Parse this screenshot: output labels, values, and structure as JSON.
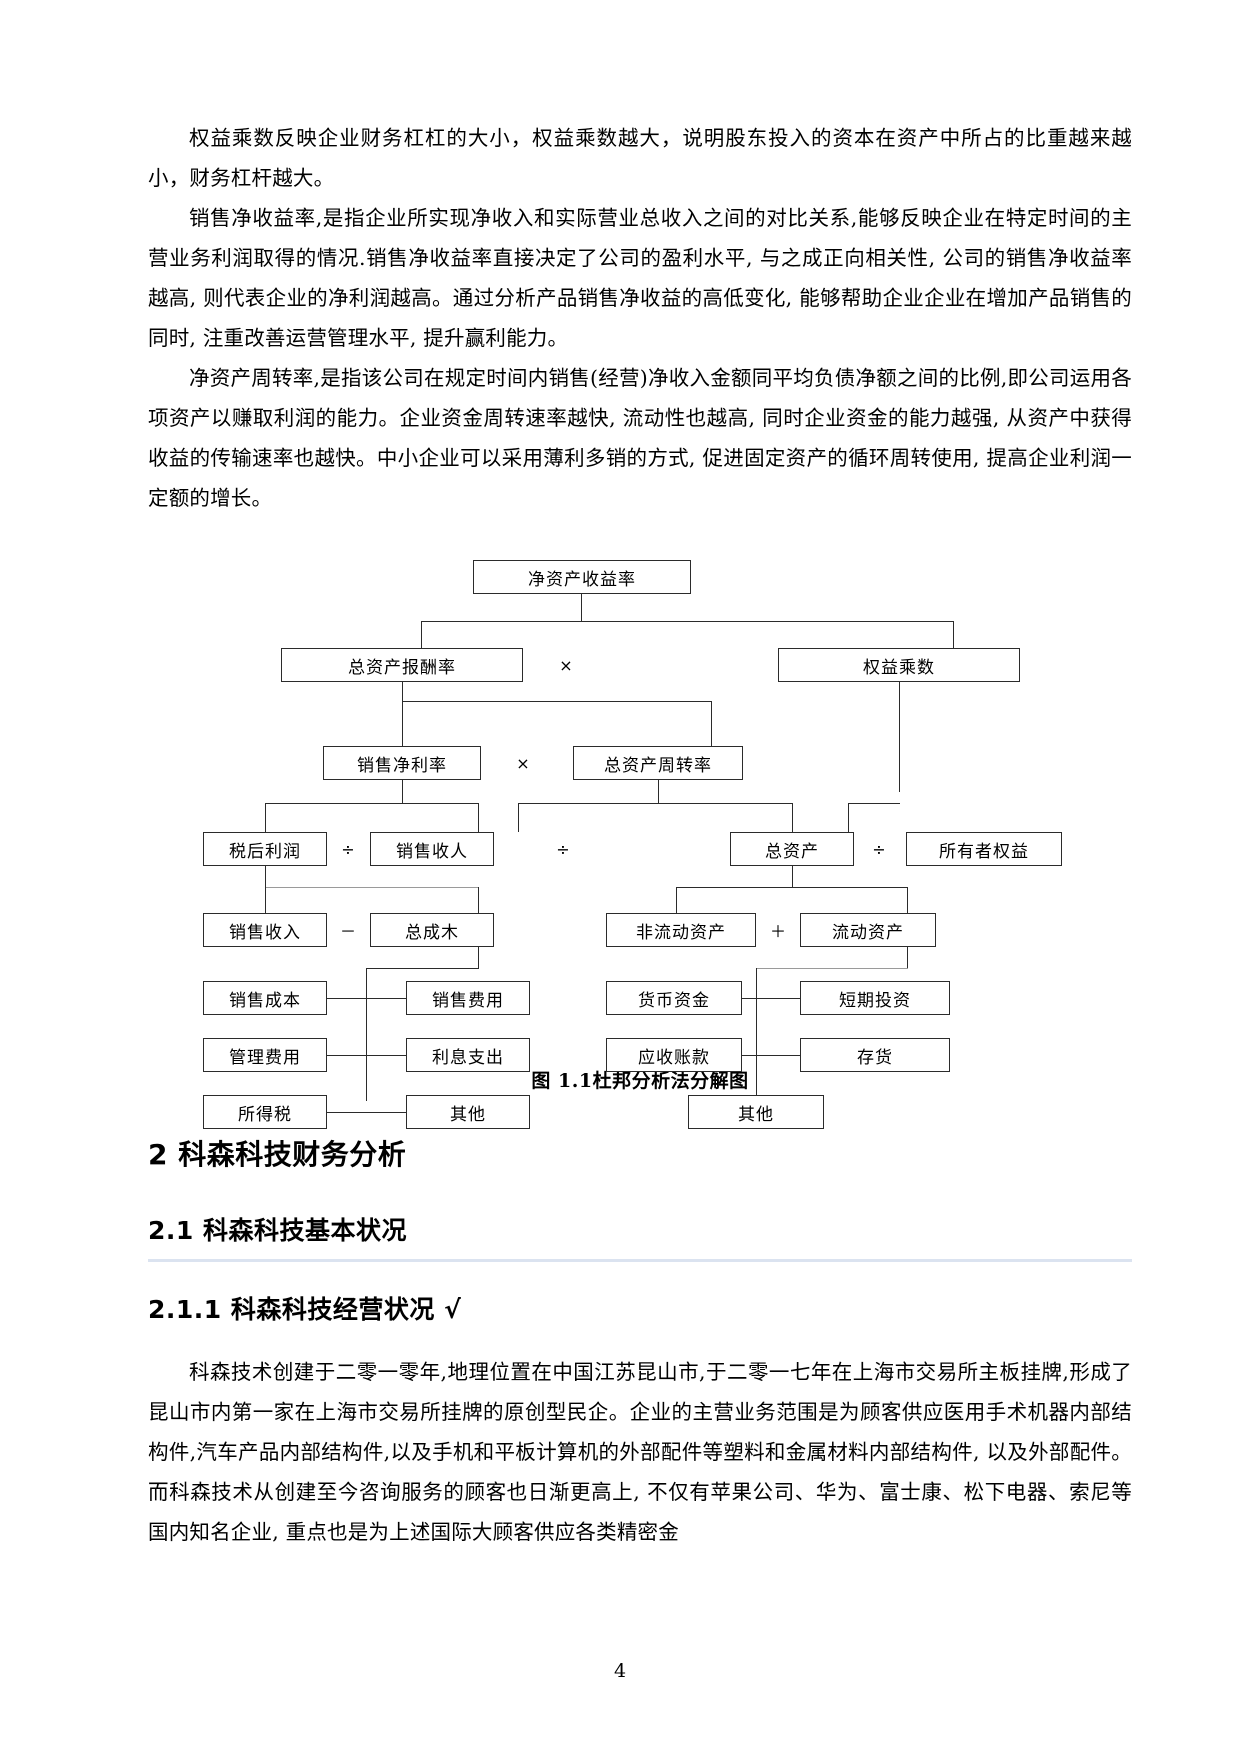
{
  "document": {
    "page_number": "4",
    "paragraphs": [
      "权益乘数反映企业财务杠杠的大小，权益乘数越大，说明股东投入的资本在资产中所占的比重越来越小，财务杠杆越大。",
      "销售净收益率,是指企业所实现净收入和实际营业总收入之间的对比关系,能够反映企业在特定时间的主营业务利润取得的情况.销售净收益率直接决定了公司的盈利水平, 与之成正向相关性, 公司的销售净收益率越高, 则代表企业的净利润越高。通过分析产品销售净收益的高低变化, 能够帮助企业企业在增加产品销售的同时, 注重改善运营管理水平, 提升赢利能力。",
      "净资产周转率,是指该公司在规定时间内销售(经营)净收入金额同平均负债净额之间的比例,即公司运用各项资产以赚取利润的能力。企业资金周转速率越快, 流动性也越高, 同时企业资金的能力越强, 从资产中获得收益的传输速率也越快。中小企业可以采用薄利多销的方式, 促进固定资产的循环周转使用, 提高企业利润一定额的增长。"
    ],
    "figure_caption": "图  1.1杜邦分析法分解图",
    "heading_1": "2 科森科技财务分析",
    "heading_2": "2.1 科森科技基本状况",
    "heading_3": "2.1.1 科森科技经营状况 √",
    "body_after_heading": "科森技术创建于二零一零年,地理位置在中国江苏昆山市,于二零一七年在上海市交易所主板挂牌,形成了昆山市内第一家在上海市交易所挂牌的原创型民企。企业的主营业务范围是为顾客供应医用手术机器内部结构件,汽车产品内部结构件,以及手机和平板计算机的外部配件等塑料和金属材料内部结构件, 以及外部配件。而科森技术从创建至今咨询服务的顾客也日渐更高上, 不仅有苹果公司、华为、富士康、松下电器、索尼等国内知名企业, 重点也是为上述国际大顾客供应各类精密金"
  },
  "chart_data": {
    "type": "diagram",
    "title": "图  1.1杜邦分析法分解图",
    "diagram_kind": "dupont-analysis-tree",
    "nodes": [
      {
        "id": "roe",
        "label": "净资产收益率",
        "level": 0
      },
      {
        "id": "roa",
        "label": "总资产报酬率",
        "level": 1
      },
      {
        "id": "equity_mult",
        "label": "权益乘数",
        "level": 1
      },
      {
        "id": "net_margin",
        "label": "销售净利率",
        "level": 2
      },
      {
        "id": "asset_turnover",
        "label": "总资产周转率",
        "level": 2
      },
      {
        "id": "after_tax",
        "label": "税后利润",
        "level": 3
      },
      {
        "id": "sales_rev_1",
        "label": "销售收人",
        "level": 3
      },
      {
        "id": "total_assets",
        "label": "总资产",
        "level": 3
      },
      {
        "id": "owner_equity",
        "label": "所有者权益",
        "level": 3
      },
      {
        "id": "sales_rev_2",
        "label": "销售收入",
        "level": 4
      },
      {
        "id": "total_cost",
        "label": "总成木",
        "level": 4
      },
      {
        "id": "noncurrent",
        "label": "非流动资产",
        "level": 4
      },
      {
        "id": "current",
        "label": "流动资产",
        "level": 4
      },
      {
        "id": "cost_of_sales",
        "label": "销售成本",
        "level": 5
      },
      {
        "id": "selling_exp",
        "label": "销售费用",
        "level": 5
      },
      {
        "id": "monetary",
        "label": "货币资金",
        "level": 5
      },
      {
        "id": "short_invest",
        "label": "短期投资",
        "level": 5
      },
      {
        "id": "admin_exp",
        "label": "管理费用",
        "level": 6
      },
      {
        "id": "interest_exp",
        "label": "利息支出",
        "level": 6
      },
      {
        "id": "receivables",
        "label": "应收账款",
        "level": 6
      },
      {
        "id": "inventory",
        "label": "存货",
        "level": 6
      },
      {
        "id": "income_tax",
        "label": "所得税",
        "level": 7
      },
      {
        "id": "other_left",
        "label": "其他",
        "level": 7
      },
      {
        "id": "other_right",
        "label": "其他",
        "level": 7
      }
    ],
    "operators": [
      {
        "id": "op_mult_1",
        "symbol": "×"
      },
      {
        "id": "op_mult_2",
        "symbol": "×"
      },
      {
        "id": "op_div_1",
        "symbol": "÷"
      },
      {
        "id": "op_div_2",
        "symbol": "÷"
      },
      {
        "id": "op_div_3",
        "symbol": "÷"
      },
      {
        "id": "op_minus_1",
        "symbol": "－"
      },
      {
        "id": "op_plus_1",
        "symbol": "＋"
      }
    ]
  },
  "colors": {
    "rule": "#dbe3f0",
    "line": "#2b2b2b",
    "text": "#000000"
  }
}
